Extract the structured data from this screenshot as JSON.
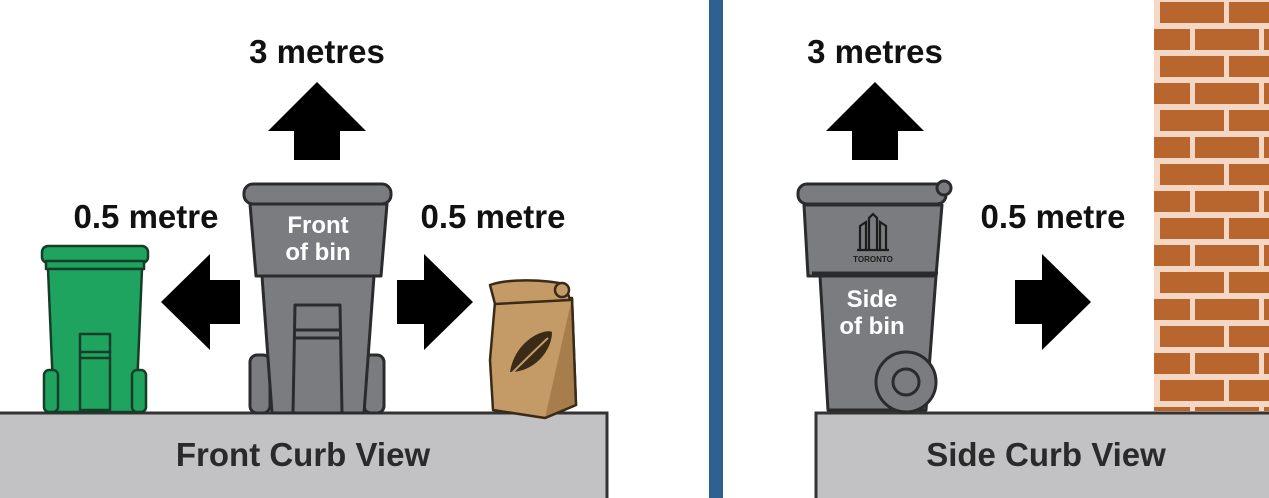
{
  "front": {
    "distance_top": "3 metres",
    "distance_left": "0.5 metre",
    "distance_right": "0.5 metre",
    "bin_label_line1": "Front",
    "bin_label_line2": "of bin",
    "curb_label": "Front Curb View"
  },
  "side": {
    "distance_top": "3 metres",
    "distance_right": "0.5 metre",
    "bin_label_line1": "Side",
    "bin_label_line2": "of bin",
    "logo_text": "TORONTO",
    "curb_label": "Side Curb View"
  },
  "colors": {
    "divider": "#2e6191",
    "curb": "#c2c2c4",
    "grey_bin": "#7b7c7f",
    "green_bin": "#1fa460",
    "paper_bag": "#c49a67",
    "brick": "#b8652e",
    "mortar": "#f4d7c5",
    "arrow": "#000000"
  },
  "icons": [
    "up-arrow-icon",
    "left-arrow-icon",
    "right-arrow-icon",
    "grey-garbage-bin-icon",
    "green-bin-icon",
    "yard-waste-bag-icon",
    "toronto-logo-icon",
    "brick-wall"
  ]
}
